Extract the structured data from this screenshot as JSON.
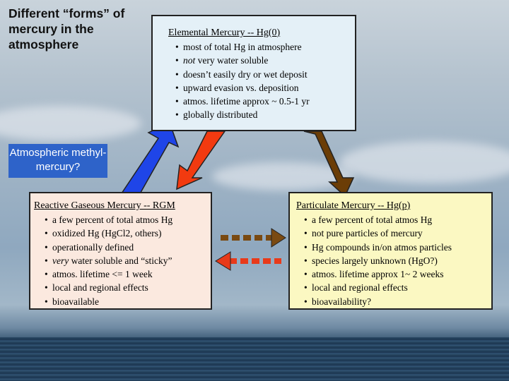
{
  "title": "Different “forms” of mercury in the atmosphere",
  "methyl_label": "Atmospheric methyl-mercury?",
  "elemental": {
    "heading": "Elemental Mercury -- Hg(0)",
    "items": [
      {
        "em": "",
        "text": "most of total Hg in atmosphere"
      },
      {
        "em": "not",
        "text": " very water soluble"
      },
      {
        "em": "",
        "text": "doesn’t easily dry or wet deposit"
      },
      {
        "em": "",
        "text": "upward evasion vs. deposition"
      },
      {
        "em": "",
        "text": "atmos. lifetime approx ~ 0.5-1 yr"
      },
      {
        "em": "",
        "text": "globally distributed"
      }
    ]
  },
  "rgm": {
    "heading": "Reactive Gaseous Mercury -- RGM",
    "items": [
      {
        "em": "",
        "text": "a few percent of total atmos Hg"
      },
      {
        "em": "",
        "text": "oxidized Hg (HgCl2, others)"
      },
      {
        "em": "",
        "text": "operationally defined"
      },
      {
        "em": "very",
        "text": " water soluble and “sticky”"
      },
      {
        "em": "",
        "text": "atmos. lifetime <= 1 week"
      },
      {
        "em": "",
        "text": "local and regional effects"
      },
      {
        "em": "",
        "text": "bioavailable"
      }
    ]
  },
  "particulate": {
    "heading": "Particulate Mercury -- Hg(p)",
    "items": [
      {
        "em": "",
        "text": "a few percent of total atmos Hg"
      },
      {
        "em": "",
        "text": "not pure particles of mercury"
      },
      {
        "em": "",
        "text": "Hg compounds in/on atmos particles"
      },
      {
        "em": "",
        "text": "species largely unknown (HgO?)"
      },
      {
        "em": "",
        "text": "atmos. lifetime approx 1~ 2 weeks"
      },
      {
        "em": "",
        "text": "local and regional effects"
      },
      {
        "em": "",
        "text": "bioavailability?"
      }
    ]
  },
  "bullet": "•",
  "colors": {
    "blue_arrow": "#1f45e8",
    "red_arrow": "#f23a10",
    "brown_arrow": "#6b3d06",
    "dotted_brown": "#7a4a12",
    "dotted_red": "#e83a1a",
    "elemental_fill": "#e4f0f7",
    "rgm_fill": "#fbe9df",
    "particulate_fill": "#fbf8c2",
    "methyl_fill": "#2e63c9"
  }
}
